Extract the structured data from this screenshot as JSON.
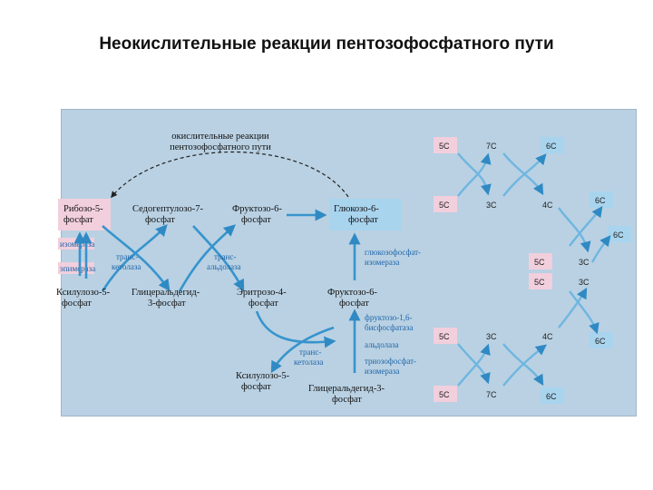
{
  "slide": {
    "title": "Неокислительные реакции пентозофосфатного пути"
  },
  "colors": {
    "background": "#b9d1e3",
    "flow": "#3794cc",
    "pink_box": "#f2cfdc",
    "blue_box": "#a9d4ee",
    "enzyme_text": "#1f66a8"
  },
  "diagram": {
    "oxidative_label": [
      "окислительные реакции",
      "пентозофосфатного пути"
    ],
    "metabolites": {
      "ribose": [
        "Рибозо-5-",
        "фосфат"
      ],
      "sedo": [
        "Седогептулозо-7-",
        "фосфат"
      ],
      "fructose6_top": [
        "Фруктозо-6-",
        "фосфат"
      ],
      "glucose6": [
        "Глюкозо-6-",
        "фосфат"
      ],
      "xylulose_left": [
        "Ксилулозо-5-",
        "фосфат"
      ],
      "glyceraldehyde_left": [
        "Глицеральдегид-",
        "3-фосфат"
      ],
      "erythrose": [
        "Эритрозо-4-",
        "фосфат"
      ],
      "fructose6_mid": [
        "Фруктозо-6-",
        "фосфат"
      ],
      "xylulose_bottom": [
        "Ксилулозо-5-",
        "фосфат"
      ],
      "glyceraldehyde_bottom": [
        "Глицеральдегид-3-",
        "фосфат"
      ]
    },
    "enzymes": {
      "isomerase": "изомераза",
      "epimerase": "эпимераза",
      "transketolase_left": [
        "транс-",
        "кетолаза"
      ],
      "transaldolase": [
        "транс-",
        "альдолаза"
      ],
      "gpi": [
        "глюкозофосфат-",
        "изомераза"
      ],
      "fbpase": [
        "фруктозо-1,6-",
        "бисфосфатаза"
      ],
      "aldolase": "альдолаза",
      "transketolase_bottom": [
        "транс-",
        "кетолаза"
      ],
      "tpi": [
        "триозофосфат-",
        "изомераза"
      ]
    },
    "carbon_labels": {
      "row1": [
        "5C",
        "7C",
        "6C"
      ],
      "row2": [
        "5C",
        "3C",
        "4C",
        "6C"
      ],
      "row2b": "6C",
      "row3": [
        "5C",
        "3C"
      ],
      "row3b": [
        "5C",
        "3C"
      ],
      "row4": [
        "5C",
        "3C",
        "4C",
        "6C"
      ],
      "row5": [
        "5C",
        "7C",
        "6C"
      ]
    }
  }
}
